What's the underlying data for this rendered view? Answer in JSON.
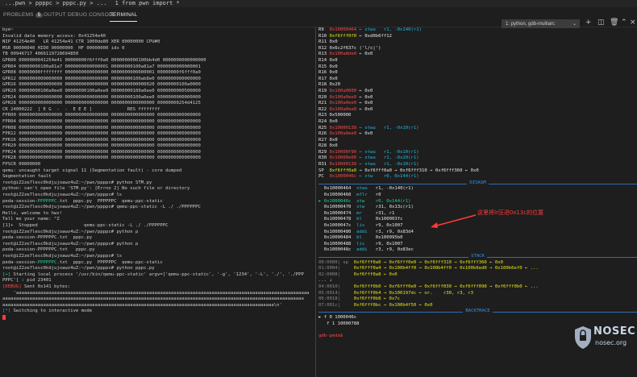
{
  "breadcrumb": "...pwn > ppppc > pppc.py > ...",
  "code_line": "  1    from pwn import *",
  "panel_tabs": [
    {
      "label": "PROBLEMS",
      "badge": "5"
    },
    {
      "label": "OUTPUT"
    },
    {
      "label": "DEBUG CONSOLE"
    },
    {
      "label": "TERMINAL"
    }
  ],
  "terminal_selector": "1: python, gdb-multiarc",
  "left_terminal": [
    "bye~",
    "Invalid data memory access: 0x41254e40",
    "NIP 41254e40   LR 41254e41 CTR 1000de80 XER 00000000 CPU#0",
    "MSR 00000040 HID0 00000000  HF 00000000 idx 0",
    "TB 00946717 4066119728694850",
    "GPR00 0000000041254e41 00000000f6fff0a0 0000000000100bb4d0 0000000000000000",
    "GPR04 00000000100a81a7 0000000000000001 00000000100a81a7 0000000000000001",
    "GPR08 00000000ffffffff 0000000000000000 0000000000000001 00000000f6fff0a0",
    "GPR12 0000000000000000 0000000000000000 00000000100ab8e0 0000000000000000",
    "GPR16 0000000000000000 0000000000000000 0000000000000020 00000000100a0000",
    "GPR20 00000000100a0ee0 00000000100a0ee0 00000000100a0ee0 0000000000500000",
    "GPR24 0000000000000000 0000000000000000 00000000100a0ee0 0000000000000000",
    "GPR28 0000000000000000 0000000000000000 0000000000000000 00000000254d4125",
    "CR 24000222  [ E G  -  -  E E E ]             RES ffffffff",
    "FPR00 0000000000000000 0000000000000000 0000000000000000 0000000000000000",
    "FPR04 0000000000000000 0000000000000000 0000000000000000 0000000000000000",
    "FPR08 0000000000000000 0000000000000000 0000000000000000 0000000000000000",
    "FPR12 0000000000000000 0000000000000000 0000000000000000 0000000000000000",
    "FPR16 0000000000000000 0000000000000000 0000000000000000 0000000000000000",
    "FPR20 0000000000000000 0000000000000000 0000000000000000 0000000000000000",
    "FPR24 0000000000000000 0000000000000000 0000000000000000 0000000000000000",
    "FPR28 0000000000000000 0000000000000000 0000000000000000 0000000000000000",
    "FPSCR 00000000",
    "qemu: uncaught target signal 11 (Segmentation fault) - core dumped",
    "Segmentation fault",
    "root@iZ2ze7lesc0kdjujoawz4uZ:~/pwn/ppppc# python STM.py",
    "python: can't open file 'STM.py': [Errno 2] No such file or directory",
    "root@iZ2ze7lesc0kdjujoawz4uZ:~/pwn/ppppc# ls",
    "peda-session-PPPPPPC.txt  pppc.py  PPPPPPC  qemu-ppc-static",
    "root@iZ2ze7lesc0kdjujoawz4uZ:~/pwn/ppppc# qemu-ppc-static -L ./ ./PPPPPPC",
    "Hello, welcome to hws!",
    "Tell me your name: ^Z",
    "[1]+  Stopped                 qemu-ppc-static -L ./ ./PPPPPPC",
    "root@iZ2ze7lesc0kdjujoawz4uZ:~/pwn/ppppc# python p",
    "peda-session-PPPPPPC.txt  pppc.py",
    "root@iZ2ze7lesc0kdjujoawz4uZ:~/pwn/ppppc# python p",
    "peda-session-PPPPPPC.txt   pppc.py",
    "root@iZ2ze7lesc0kdjujoawz4uZ:~/pwn/ppppc# ls",
    "peda-session-PPPPPPC.txt  pppc.py  PPPPPPC  qemu-ppc-static",
    "root@iZ2ze7lesc0kdjujoawz4uZ:~/pwn/ppppc# python pppc.py",
    "[+] Starting local process '/usr/bin/qemu-ppc-static' argv=['qemu-ppc-static', '-g', '1234', '-L', './', './PPP",
    "PPPC'] : pid 23401",
    "[DEBUG] Sent 0x141 bytes:",
    "    'aaaaaaaaaaaaaaaaaaaaaaaaaaaaaaaaaaaaaaaaaaaaaaaaaaaaaaaaaaaaaaaaaaaaaaaaaaaaaaaaaaaaaaaaaaaaaaaaaaaaaaaaaaaa",
    "aaaaaaaaaaaaaaaaaaaaaaaaaaaaaaaaaaaaaaaaaaaaaaaaaaaaaaaaaaaaaaaaaaaaaaaaaaaaaaaaaaaaaaaaaaaaaaaaaaaaaaaaaaaaaaa",
    "aaaaaaaaaaaaaaaaaaaaaaaaaaaaaaaaaaaaaaaaaaaaaaaaaaaaaaaaaaaaaaaaaaaaaaaaaaaaaaaaaaaaaaaaaaaaaaaaaaaa\\n'",
    "[*] Switching to interactive mode"
  ],
  "registers": [
    {
      "name": "R9",
      "value": "0x10000464",
      "extra": "← stwu   r1, -0x140(r1)"
    },
    {
      "name": "R10",
      "value": "0xf6fff0f0",
      "extra": "← 0xd0b6ff12"
    },
    {
      "name": "R11",
      "value": "0x0",
      "extra": ""
    },
    {
      "name": "R12",
      "value": "0x6c2f637c ('l/c|')",
      "extra": ""
    },
    {
      "name": "R13",
      "value": "0x100a8de0",
      "extra": "← 0x0"
    },
    {
      "name": "R14",
      "value": "0x0",
      "extra": ""
    },
    {
      "name": "R15",
      "value": "0x0",
      "extra": ""
    },
    {
      "name": "R16",
      "value": "0x0",
      "extra": ""
    },
    {
      "name": "R17",
      "value": "0x0",
      "extra": ""
    },
    {
      "name": "R18",
      "value": "0x20",
      "extra": ""
    },
    {
      "name": "R19",
      "value": "0x100a0000",
      "extra": "← 0x0"
    },
    {
      "name": "R20",
      "value": "0x100a0ee0",
      "extra": "← 0x0"
    },
    {
      "name": "R21",
      "value": "0x100a0ee0",
      "extra": "← 0x0"
    },
    {
      "name": "R22",
      "value": "0x100a0ee0",
      "extra": "← 0x0"
    },
    {
      "name": "R23",
      "value": "0x500000",
      "extra": ""
    },
    {
      "name": "R24",
      "value": "0x0",
      "extra": ""
    },
    {
      "name": "R25",
      "value": "0x10000138",
      "extra": "← stwu   r1, -0x10(r1)"
    },
    {
      "name": "R26",
      "value": "0x100a0ee0",
      "extra": "← 0x0"
    },
    {
      "name": "R27",
      "value": "0x0",
      "extra": ""
    },
    {
      "name": "R28",
      "value": "0x0",
      "extra": ""
    },
    {
      "name": "R29",
      "value": "0x10000f90",
      "extra": "← stwu   r1, -0x10(r1)"
    },
    {
      "name": "R30",
      "value": "0x10000e00",
      "extra": "← stwu   r1, -0x20(r1)"
    },
    {
      "name": "R31",
      "value": "0x10000138",
      "extra": "← stwu   r1, -0x10(r1)"
    },
    {
      "name": "SP",
      "value": "0xf6fff0a0",
      "extra": "→ 0xf6fff0a0 → 0xf6fff310 → 0xf6fff360 ← 0x0"
    },
    {
      "name": "PC",
      "value": "0x1000046c",
      "extra": "← stw    r0, 0x144(r1)"
    }
  ],
  "disasm_label": "DISASM",
  "disasm": [
    {
      "marker": "",
      "addr": "0x10000464",
      "mn": "stwu",
      "ops": "r1, -0x140(r1)",
      "current": false
    },
    {
      "marker": "",
      "addr": "0x10000468",
      "mn": "mflr",
      "ops": "r0",
      "current": false
    },
    {
      "marker": "►",
      "addr": "0x1000046c",
      "mn": "stw",
      "ops": "r0, 0x144(r1)",
      "current": true
    },
    {
      "marker": "",
      "addr": "0x10000470",
      "mn": "stw",
      "ops": "r31, 0x13c(r1)",
      "current": false
    },
    {
      "marker": "",
      "addr": "0x10000474",
      "mn": "mr",
      "ops": "r31, r1",
      "current": false
    },
    {
      "marker": "",
      "addr": "0x10000478",
      "mn": "bl",
      "ops": "0x100003fc",
      "current": false
    },
    {
      "marker": "",
      "addr": "0x1000047c",
      "mn": "lis",
      "ops": "r9, 0x1007",
      "current": false
    },
    {
      "marker": "",
      "addr": "0x10000480",
      "mn": "addi",
      "ops": "r3, r9, 0x83d4",
      "current": false
    },
    {
      "marker": "",
      "addr": "0x10000484",
      "mn": "bl",
      "ops": "0x100095b0",
      "current": false
    },
    {
      "marker": "",
      "addr": "0x10000488",
      "mn": "lis",
      "ops": "r9, 0x1007",
      "current": false
    },
    {
      "marker": "",
      "addr": "0x1000048c",
      "mn": "addi",
      "ops": "r3, r9, 0x83ec",
      "current": false
    }
  ],
  "annotation": "这里将lr压进0x13c的位置",
  "stack_label": "STACK",
  "stack": [
    "00:0000│ sp  0xf6fff0a0 → 0xf6fff0e0 → 0xf6fff310 → 0xf6fff360 ← 0x0",
    "01:0004│     0xf6fff0a4 → 0x100b4ff0 → 0x100b4ff0 → 0x100b6ed0 → 0x100b6ef0 ← ...",
    "02:0008│     0xf6fff0a8 ← 0x0",
    "... ↓",
    "04:0010│     0xf6fff0b0 → 0xf6fff0e0 → 0xf6fff030 → 0xf6fff090 → 0xf6fff0b0 ← ...",
    "05:0014│     0xf6fff0b4 → 0x100197dc ← or.    r30, r3, r3",
    "06:0018│     0xf6fff0b8 ← 0x7c",
    "07:001c│     0xf6fff0bc → 0x100b4f50 ← 0x0"
  ],
  "backtrace_label": "BACKTRACE",
  "backtrace": [
    "► f 0 1000046c",
    "   f 1 10000788"
  ],
  "gdb_prompt": "gdb-peda$",
  "watermark": {
    "title": "NOSEC",
    "subtitle": "nosec.org"
  }
}
